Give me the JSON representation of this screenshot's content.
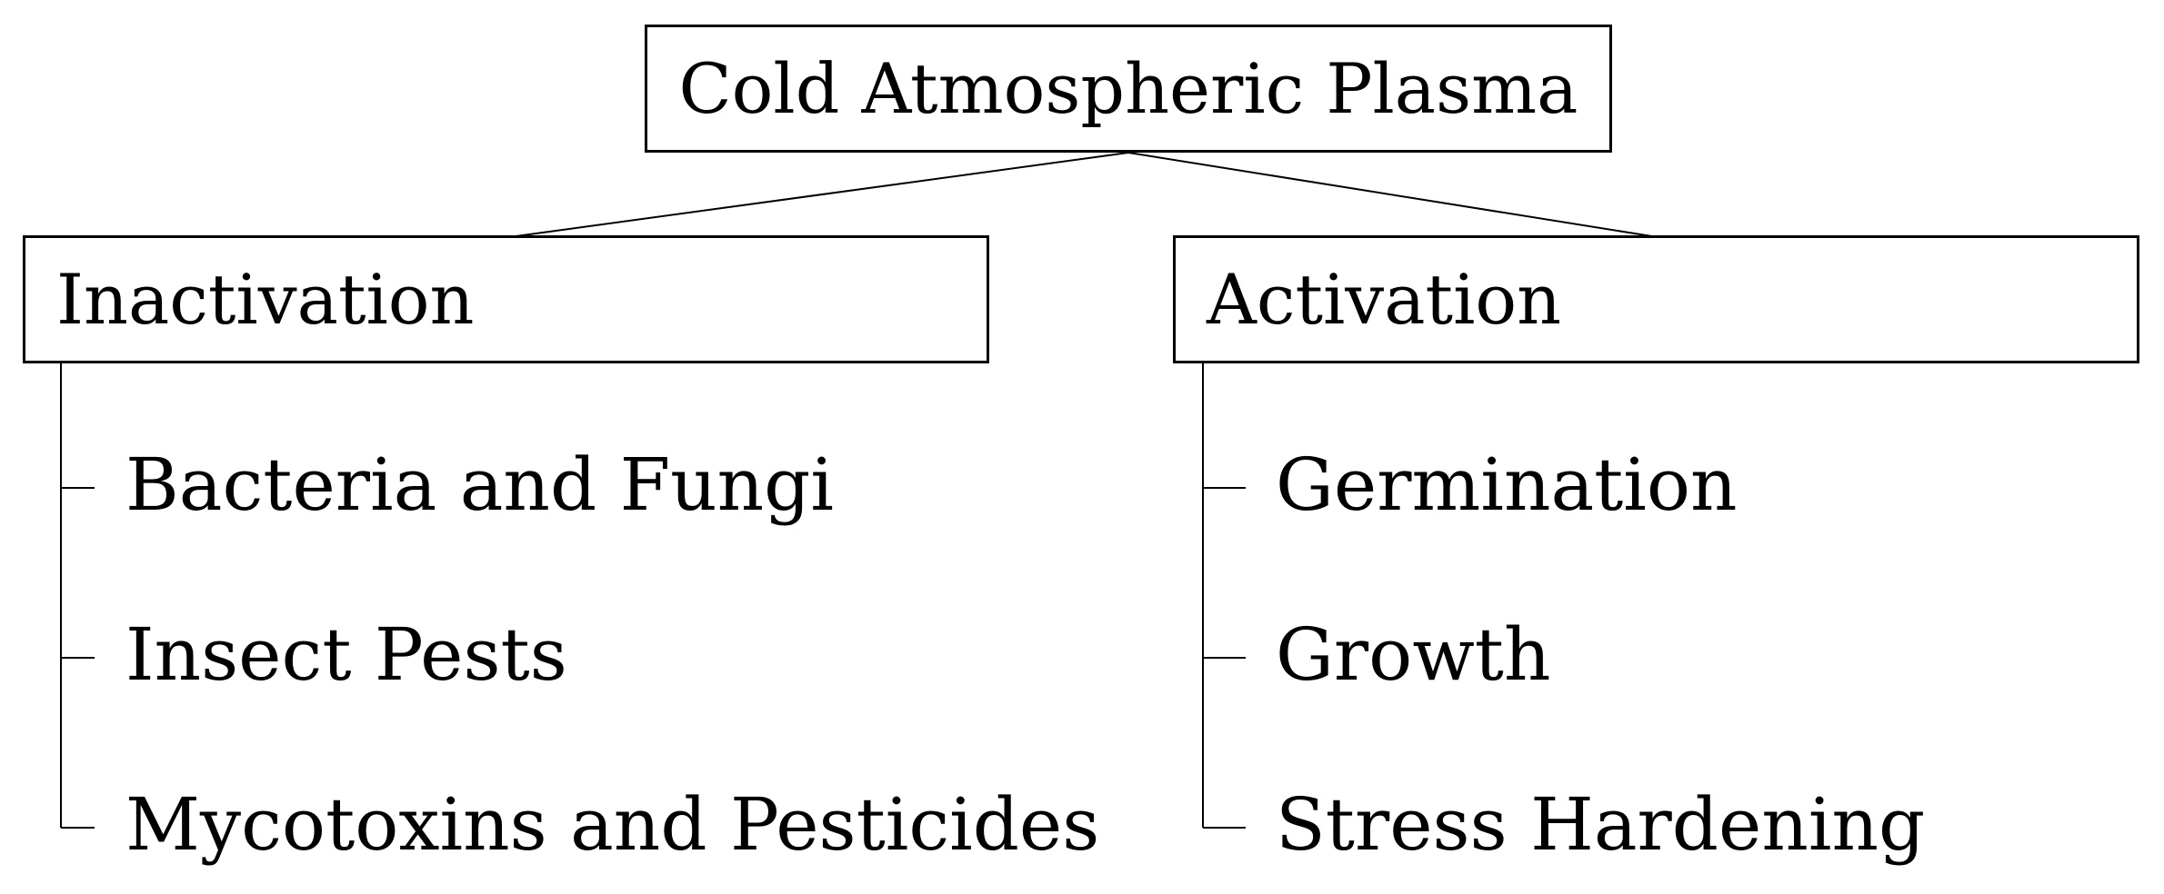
{
  "root": {
    "label": "Cold Atmospheric Plasma"
  },
  "branches": [
    {
      "label": "Inactivation",
      "children": [
        "Bacteria and Fungi",
        "Insect Pests",
        "Mycotoxins and Pesticides"
      ]
    },
    {
      "label": "Activation",
      "children": [
        "Germination",
        "Growth",
        "Stress Hardening"
      ]
    }
  ],
  "colors": {
    "line": "#000000",
    "background": "#ffffff"
  }
}
